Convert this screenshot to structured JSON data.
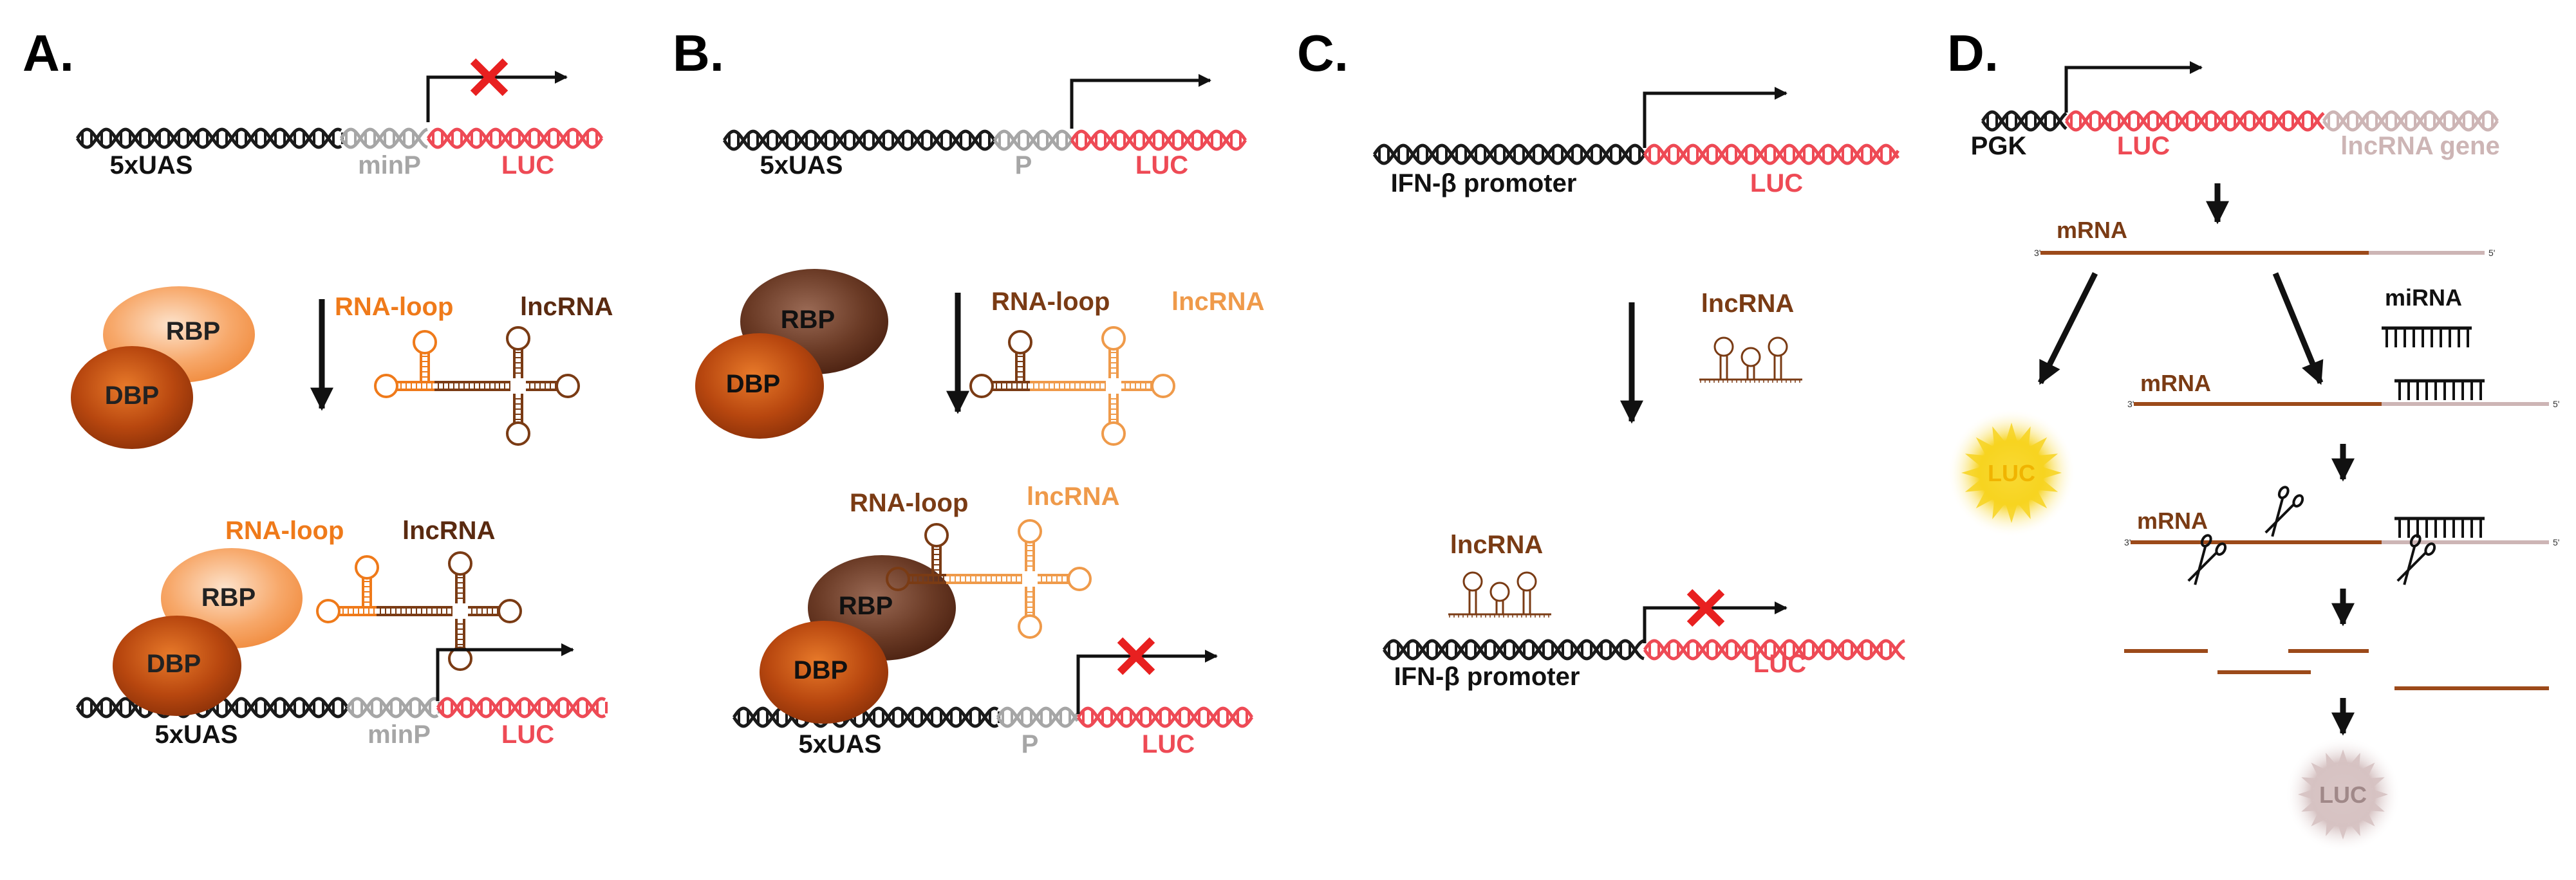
{
  "panels": {
    "a": {
      "letter": "A.",
      "top": {
        "uas": "5xUAS",
        "prom": "minP",
        "luc": "LUC"
      },
      "mid": {
        "rbp": "RBP",
        "dbp": "DBP",
        "loop": "RNA-loop",
        "lnc": "lncRNA"
      },
      "bot": {
        "rbp": "RBP",
        "dbp": "DBP",
        "loop": "RNA-loop",
        "lnc": "lncRNA",
        "uas": "5xUAS",
        "prom": "minP",
        "luc": "LUC"
      }
    },
    "b": {
      "letter": "B.",
      "top": {
        "uas": "5xUAS",
        "prom": "P",
        "luc": "LUC"
      },
      "mid": {
        "rbp": "RBP",
        "dbp": "DBP",
        "loop": "RNA-loop",
        "lnc": "lncRNA"
      },
      "bot": {
        "rbp": "RBP",
        "dbp": "DBP",
        "loop": "RNA-loop",
        "lnc": "lncRNA",
        "uas": "5xUAS",
        "prom": "P",
        "luc": "LUC"
      }
    },
    "c": {
      "letter": "C.",
      "top": {
        "prom": "IFN-β promoter",
        "luc": "LUC"
      },
      "mid": {
        "lnc": "lncRNA"
      },
      "bot": {
        "lnc": "lncRNA",
        "prom": "IFN-β promoter",
        "luc": "LUC"
      }
    },
    "d": {
      "letter": "D.",
      "pgk": "PGK",
      "luc": "LUC",
      "gene": "lncRNA gene",
      "mrna1": "mRNA",
      "mirna": "miRNA",
      "mrna2": "mRNA",
      "mrna3": "mRNA",
      "luc_on": "LUC",
      "luc_off": "LUC",
      "e3": "3'",
      "e5": "5'"
    }
  },
  "colors": {
    "black_dna": "#1a1a1a",
    "grey_dna": "#a6a6a6",
    "red_dna": "#ee4a55",
    "light_orange": "#f7a86a",
    "orange_text": "#ef7a1a",
    "brown": "#7a3b14",
    "dark_brown": "#5a2a10",
    "mrna": "#9c4a1a",
    "pink_grey": "#cdb5b5",
    "x_red": "#e82020",
    "luc_yellow": "#f7d320"
  }
}
